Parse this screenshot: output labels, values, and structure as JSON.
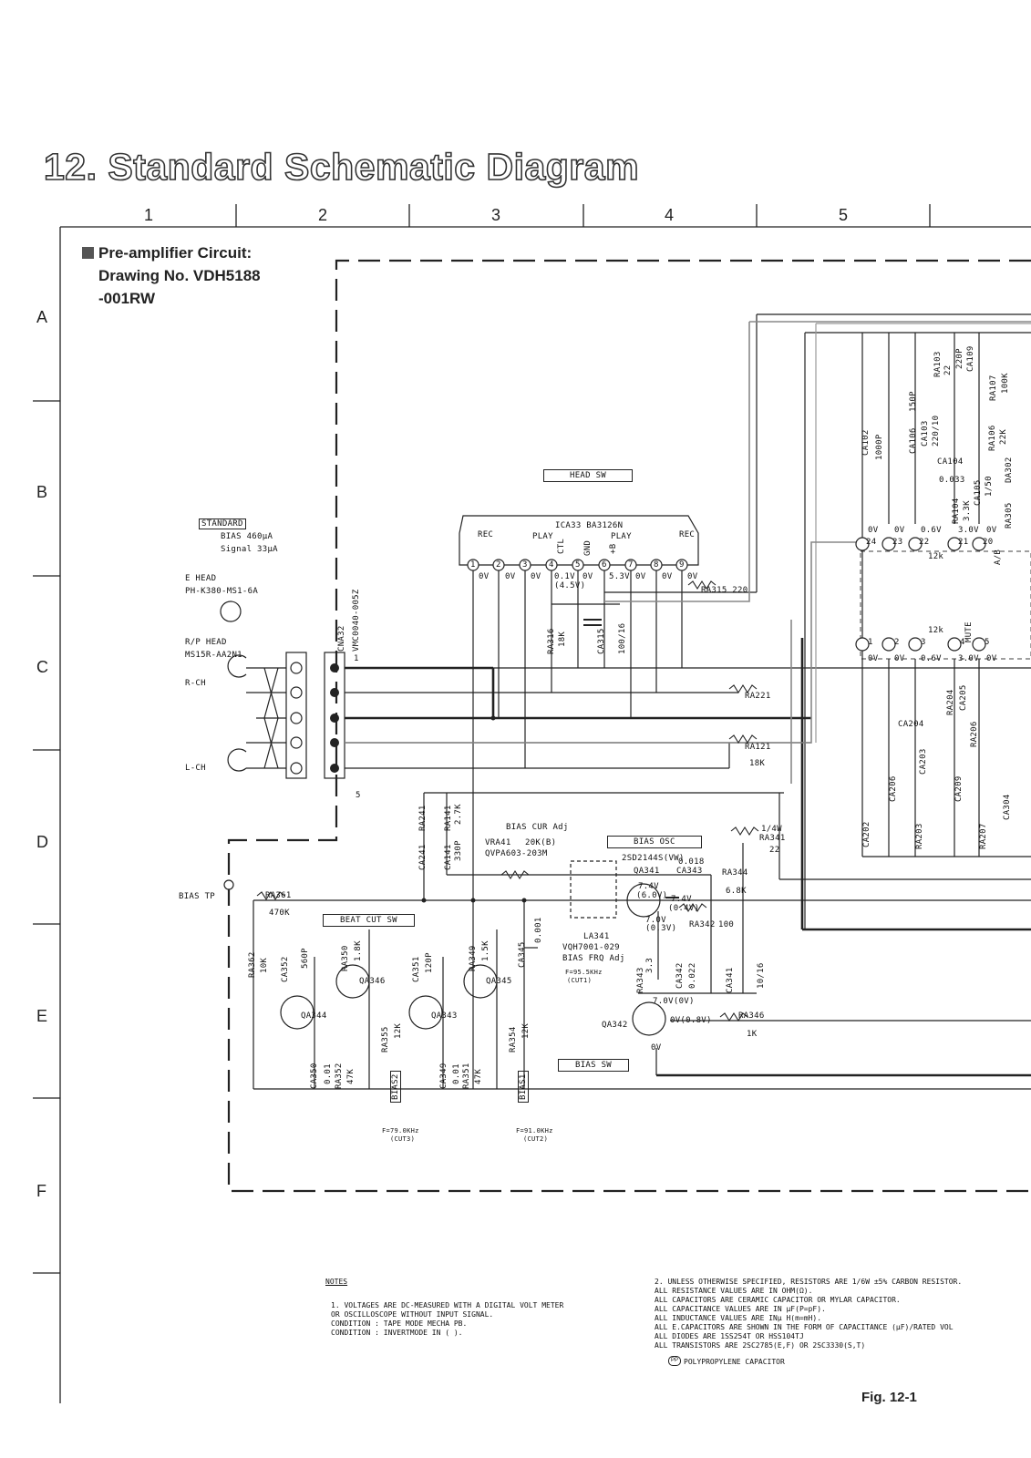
{
  "page_title": "12. Standard Schematic Diagram",
  "columns": [
    "1",
    "2",
    "3",
    "4",
    "5"
  ],
  "rows": [
    "A",
    "B",
    "C",
    "D",
    "E",
    "F"
  ],
  "block_title": {
    "line1": "Pre-amplifier Circuit:",
    "line2": "Drawing No. VDH5188",
    "line3": "-001RW"
  },
  "standard_box": {
    "label": "STANDARD",
    "bias": "BIAS 460μA",
    "signal": "Signal 33μA"
  },
  "heads": {
    "e_head": "E HEAD",
    "e_head_part": "PH-K380-MS1-6A",
    "rp_head": "R/P HEAD",
    "rp_head_part": "MS15R-AA2N1",
    "r_ch": "R-CH",
    "l_ch": "L-CH"
  },
  "connector": {
    "name": "CNA32",
    "part": "VMC0040-005Z",
    "pin_first": "1",
    "pin_last": "5"
  },
  "boxes": {
    "head_sw": "HEAD SW",
    "beat_cut_sw": "BEAT CUT SW",
    "bias_osc": "BIAS OSC",
    "bias_sw": "BIAS SW"
  },
  "ic_head": {
    "name": "ICA33  BA3126N",
    "rec_left": "REC",
    "play_left": "PLAY",
    "ctl": "CTL",
    "gnd": "GND",
    "b_plus": "+B",
    "play_right": "PLAY",
    "rec_right": "REC",
    "pins": [
      "1",
      "2",
      "3",
      "4",
      "5",
      "6",
      "7",
      "8",
      "9"
    ],
    "voltages": [
      "0V",
      "0V",
      "0V",
      "0.1V",
      "0V",
      "5.3V",
      "0V",
      "0V",
      "0V"
    ],
    "volt_paren": "(4.5V)"
  },
  "components": {
    "ra315": "RA315 220",
    "ra316": "RA316",
    "ra316v": "18K",
    "ca315": "CA315",
    "ca315v": "100/16",
    "ra221": "RA221",
    "ra121": "RA121",
    "ra121v": "18K",
    "ca241": "CA241",
    "ra241": "RA241",
    "ca141": "CA141",
    "ca141v": "330P",
    "ra141": "RA141",
    "ra141v": "2.7K",
    "bias_cur": "BIAS CUR Adj",
    "vra41": "VRA41",
    "vra41v": "20K(B)",
    "vra41p": "QVPA603-203M",
    "tr_type": "2SD2144S(VW)",
    "qa341": "QA341",
    "ca343": "CA343",
    "ca343v": "0.018",
    "ra341w": "1/4W",
    "ra341": "RA341",
    "ra341v": "22",
    "ra344": "RA344",
    "ra344v": "6.8K",
    "ra342": "RA342",
    "ra342v": "100",
    "la341": "LA341",
    "la341p": "VQH7001-029",
    "bias_frq": "BIAS FRQ Adj",
    "f95": "F=95.5KHz",
    "cut1": "(CUT1)",
    "ra343": "RA343",
    "ra343v": "3.3",
    "ca342": "CA342",
    "ca342v": "0.022",
    "ca341": "CA341",
    "ca341v": "10/16",
    "qa342": "QA342",
    "ra346": "RA346",
    "ra346v": "1K",
    "bias_tp": "BIAS TP",
    "ra361": "RA361",
    "ra361v": "470K",
    "ra362": "RA362",
    "ra362v": "10K",
    "ca352": "CA352",
    "ca352v": "560P",
    "ra350": "RA350",
    "ra350v": "1.8K",
    "qa346": "QA346",
    "qa344": "QA344",
    "ra355": "RA355",
    "ra355v": "12K",
    "ca350": "CA350",
    "ca350v": "0.01",
    "ra352": "RA352",
    "ra352v": "47K",
    "ca351": "CA351",
    "ca351v": "120P",
    "ra349": "RA349",
    "ra349v": "1.5K",
    "qa345": "QA345",
    "qa343": "QA343",
    "ra354": "RA354",
    "ra354v": "12K",
    "ca349": "CA349",
    "ca349v": "0.01",
    "ra351": "RA351",
    "ra351v": "47K",
    "ca345": "CA345",
    "ca345v": "0.001",
    "bias2": "BIAS2",
    "bias1": "BIAS1",
    "f79": "F=79.0KHz",
    "cut3": "(CUT3)",
    "f91": "F=91.0KHz",
    "cut2": "(CUT2)",
    "ca102": "CA102",
    "ca102v": "1000P",
    "ca106": "CA106",
    "ca106v": "150P",
    "ca103": "CA103",
    "ca103v": "220/10",
    "ra103": "RA103",
    "ra103v": "22",
    "ca109": "CA109",
    "ca109v": "220P",
    "ra107": "RA107",
    "ra107v": "100K",
    "ra106": "RA106",
    "ra106v": "22K",
    "ca104": "CA104",
    "ca104v": "0.033",
    "ra104": "RA104",
    "ra104v": "3.3K",
    "ca105": "CA105",
    "ca105v": "1/50",
    "da302": "DA302",
    "ra305": "RA305",
    "ca202": "CA202",
    "ca206": "CA206",
    "ca203": "CA203",
    "ra203": "RA203",
    "ca209": "CA209",
    "ra207": "RA207",
    "ca204": "CA204",
    "ra204": "RA204",
    "ca205": "CA205",
    "ra206": "RA206",
    "ca304": "CA304",
    "v04": "0.4V",
    "v0": "0V",
    "v74": "7.4V",
    "v74p": "(6.0V)",
    "v74p2": "(0.4V)",
    "v70": "7.0V",
    "v03": "(0.3V)",
    "v70b": "7.0V(0V)",
    "v08": "0V(0.8V)"
  },
  "amp_ic": {
    "top_pins": [
      "24",
      "23",
      "22",
      "21",
      "20"
    ],
    "top_v": [
      "0V",
      "0V",
      "0.6V",
      "3.0V",
      "0V"
    ],
    "bot_pins": [
      "1",
      "2",
      "3",
      "4",
      "5"
    ],
    "bot_v": [
      "0V",
      "0V",
      "0.6V",
      "3.0V",
      "0V"
    ],
    "r12k": "12k",
    "mute": "MUTE",
    "ab": "A/B"
  },
  "notes": {
    "head": "NOTES",
    "n1": [
      "1. VOLTAGES ARE DC-MEASURED WITH A DIGITAL VOLT METER",
      "   OR OSCILLOSCOPE WITHOUT INPUT SIGNAL.",
      "   CONDITION : TAPE MODE MECHA PB.",
      "   CONDITION : INVERTMODE IN ( )."
    ],
    "n2": [
      "2. UNLESS OTHERWISE SPECIFIED, RESISTORS ARE 1/6W ±5% CARBON RESISTOR.",
      "   ALL RESISTANCE VALUES ARE IN OHM(Ω).",
      "   ALL CAPACITORS ARE CERAMIC CAPACITOR OR MYLAR CAPACITOR.",
      "   ALL CAPACITANCE VALUES ARE IN μF(P=pF).",
      "   ALL INDUCTANCE VALUES ARE INμ H(m=mH).",
      "   ALL E.CAPACITORS ARE SHOWN IN THE FORM OF CAPACITANCE (μF)/RATED VOL",
      "   ALL DIODES ARE 1SS254T OR HSS104TJ",
      "   ALL TRANSISTORS ARE 2SC2785(E,F) OR 2SC3330(S,T)"
    ],
    "pp": "POLYPROPYLENE CAPACITOR"
  },
  "figure": "Fig. 12-1"
}
